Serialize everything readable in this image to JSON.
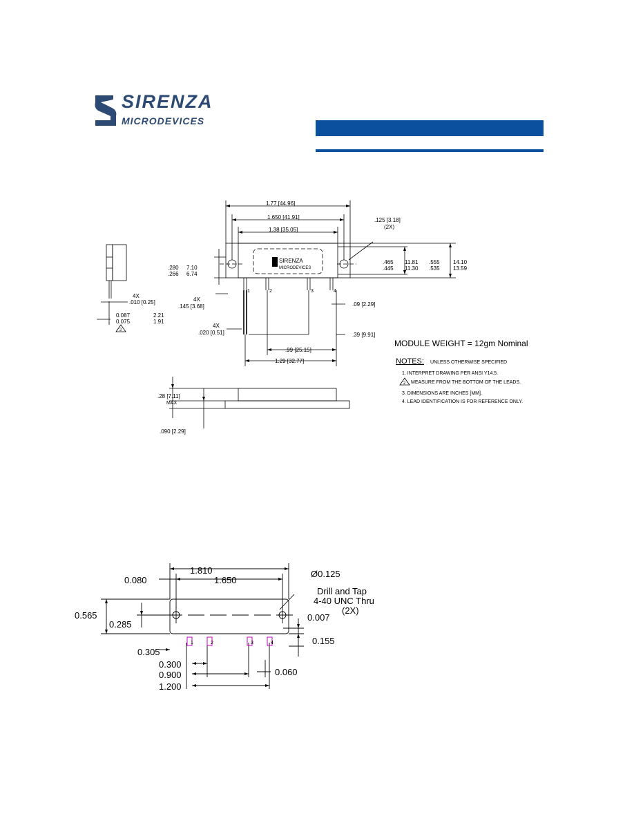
{
  "header": {
    "logo_main": "SIRENZA",
    "logo_sub": "MICRODEVICES",
    "band_color": "#0b4f9f"
  },
  "drawing1": {
    "dims": {
      "overall_length": "1.77 [44.96]",
      "hole_spacing": "1.650 [41.91]",
      "body_length": "1.38 [35.05]",
      "hole_dia": ".125 [3.18]",
      "hole_count": "(2X)",
      "height_a_in1": ".280",
      "height_a_in2": ".266",
      "height_a_mm1": "7.10",
      "height_a_mm2": "6.74",
      "body_w_in1": ".465",
      "body_w_in2": ".445",
      "body_w_mm1": "11.81",
      "body_w_mm2": "11.30",
      "flange_w_in1": ".555",
      "flange_w_in2": ".535",
      "flange_w_mm1": "14.10",
      "flange_w_mm2": "13.59",
      "lead_offset_count": "4X",
      "lead_offset": ".145 [3.68]",
      "lead_thk_count": "4X",
      "lead_thk": ".010 [0.25]",
      "lead_len_in1": "0.087",
      "lead_len_in2": "0.075",
      "lead_len_mm1": "2.21",
      "lead_len_mm2": "1.91",
      "lead_w_count": "4X",
      "lead_w": ".020 [0.51]",
      "lead_pitch_small": ".09 [2.29]",
      "lead_pitch_mid": ".39 [9.91]",
      "lead_span_a": ".99 [25.15]",
      "lead_span_b": "1.29 [32.77]",
      "side_height": ".28 [7.11]",
      "side_height_note": "MAX",
      "flange_thk": ".090 [2.29]",
      "note_symbol": "2"
    },
    "body_label_1": "SIRENZA",
    "body_label_2": "MICRODEVICES",
    "lead_labels": [
      "1",
      "2",
      "3",
      "4"
    ],
    "weight": "MODULE WEIGHT = 12gm Nominal",
    "notes_title": "NOTES:",
    "notes_subtitle": "UNLESS OTHERWISE SPECIFIED",
    "notes": [
      "1. INTERPRET DRAWING PER ANSI Y14.5.",
      "MEASURE FROM THE BOTTOM OF THE LEADS.",
      "3. DIMENSIONS ARE INCHES [MM].",
      "4. LEAD IDENTIFICATION IS FOR REFERENCE ONLY."
    ]
  },
  "drawing2": {
    "dims": {
      "overall": "1.810",
      "holes": "1.650",
      "edge": "0.080",
      "height": "0.565",
      "center": "0.285",
      "lead_offset": "0.305",
      "pitch1": "0.300",
      "pitch2": "0.900",
      "pitch3": "1.200",
      "lead_w": "0.060",
      "step": "0.007",
      "lead_h": "0.155",
      "hole_dia": "Ø0.125"
    },
    "hole_note_1": "Drill and Tap",
    "hole_note_2": "4-40 UNC Thru",
    "hole_note_3": "(2X)",
    "lead_labels": [
      "1",
      "2",
      "3",
      "4"
    ]
  }
}
